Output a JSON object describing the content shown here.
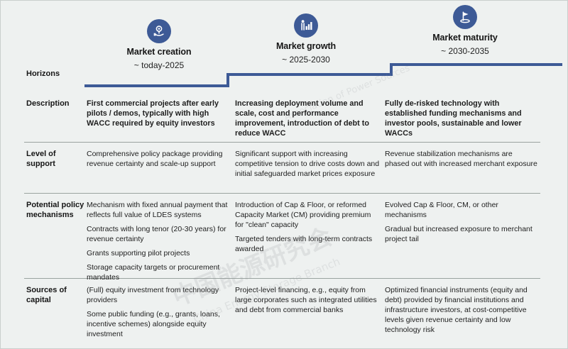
{
  "horizons": {
    "label": "Horizons",
    "phases": [
      {
        "icon": "target-pin-icon",
        "name": "Market creation",
        "range": "~ today-2025"
      },
      {
        "icon": "bar-chart-growth-icon",
        "name": "Market growth",
        "range": "~ 2025-2030"
      },
      {
        "icon": "flag-goal-icon",
        "name": "Market maturity",
        "range": "~ 2030-2035"
      }
    ]
  },
  "rows": [
    {
      "label": "Description",
      "bold": true,
      "cells": [
        [
          "First commercial projects after early pilots / demos, typically with high WACC required by equity investors"
        ],
        [
          "Increasing deployment volume and scale, cost and performance improvement, introduction of debt to reduce WACC"
        ],
        [
          "Fully de-risked technology with established funding mechanisms and investor pools, sustainable and lower WACCs"
        ]
      ]
    },
    {
      "label": "Level of support",
      "bold": false,
      "cells": [
        [
          "Comprehensive policy package providing revenue certainty and scale-up support"
        ],
        [
          "Significant support with increasing competitive tension to drive costs down and initial safeguarded market prices exposure"
        ],
        [
          "Revenue stabilization mechanisms are phased out with increased merchant exposure"
        ]
      ]
    },
    {
      "label": "Potential policy mechanisms",
      "bold": false,
      "cells": [
        [
          "Mechanism with fixed annual payment that reflects full value of LDES systems",
          "Contracts with long tenor (20-30 years) for revenue certainty",
          "Grants supporting pilot projects",
          "Storage capacity targets or procurement mandates"
        ],
        [
          "Introduction of Cap & Floor, or reformed Capacity Market (CM) providing premium for \"clean\" capacity",
          "Targeted tenders with long-term contracts awarded"
        ],
        [
          "Evolved Cap & Floor, CM, or other mechanisms",
          "Gradual but increased exposure to merchant project tail"
        ]
      ]
    },
    {
      "label": "Sources of capital",
      "bold": false,
      "cells": [
        [
          "(Full) equity investment from technology providers",
          "Some public funding (e.g., grants, loans, incentive schemes) alongside equity investment"
        ],
        [
          "Project-level financing, e.g., equity from large corporates such as integrated utilities and debt from commercial banks"
        ],
        [
          "Optimized financial instruments (equity and debt) provided by financial institutions and infrastructure investors, at cost-competitive levels given revenue certainty and low technology risk"
        ]
      ]
    }
  ],
  "colors": {
    "accent": "#3d5a96",
    "background": "#eef1f0",
    "divider": "#9aa3a0",
    "text": "#1c1c1c"
  }
}
